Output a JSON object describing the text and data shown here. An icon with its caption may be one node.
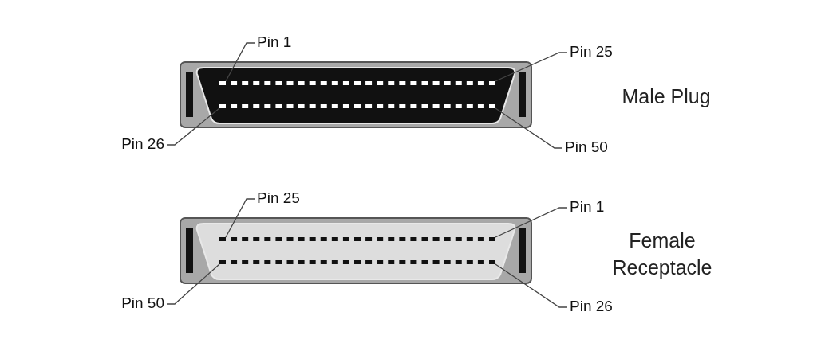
{
  "diagram": {
    "nodes": [
      {
        "text": [],
        "shape": "picture"
      },
      {
        "text": [
          "Pin 1"
        ]
      },
      {
        "text": [],
        "shape": "box",
        "in": 0
      },
      {
        "text": [
          "Pin 25"
        ]
      },
      {
        "text": [],
        "shape": "box",
        "in": 0
      },
      {
        "text": [
          "Pin 26"
        ]
      },
      {
        "text": [],
        "shape": "box",
        "in": 0
      },
      {
        "text": [
          "Pin 50"
        ]
      },
      {
        "text": [],
        "shape": "box",
        "in": 0
      },
      {
        "text": [],
        "shape": "picture"
      },
      {
        "text": [
          "Pin 25"
        ]
      },
      {
        "text": [],
        "shape": "box",
        "in": 9
      },
      {
        "text": [
          "Pin 1"
        ]
      },
      {
        "text": [],
        "shape": "box",
        "in": 9
      },
      {
        "text": [
          "Pin 50"
        ]
      },
      {
        "text": [],
        "shape": "box",
        "in": 9
      },
      {
        "text": [
          "Pin 26"
        ]
      },
      {
        "text": [],
        "shape": "box",
        "in": 9
      }
    ],
    "edges": [
      {
        "from": 1,
        "to": 2,
        "arrow": "none"
      },
      {
        "from": 3,
        "to": 4,
        "arrow": "none"
      },
      {
        "from": 5,
        "to": 6,
        "arrow": "none"
      },
      {
        "from": 7,
        "to": 8,
        "arrow": "none"
      },
      {
        "from": 10,
        "to": 11,
        "arrow": "none"
      },
      {
        "from": 12,
        "to": 13,
        "arrow": "none"
      },
      {
        "from": 14,
        "to": 15,
        "arrow": "none"
      },
      {
        "from": 16,
        "to": 17,
        "arrow": "none"
      }
    ],
    "labels": [
      "Male Plug",
      "Female Receptacle"
    ]
  }
}
